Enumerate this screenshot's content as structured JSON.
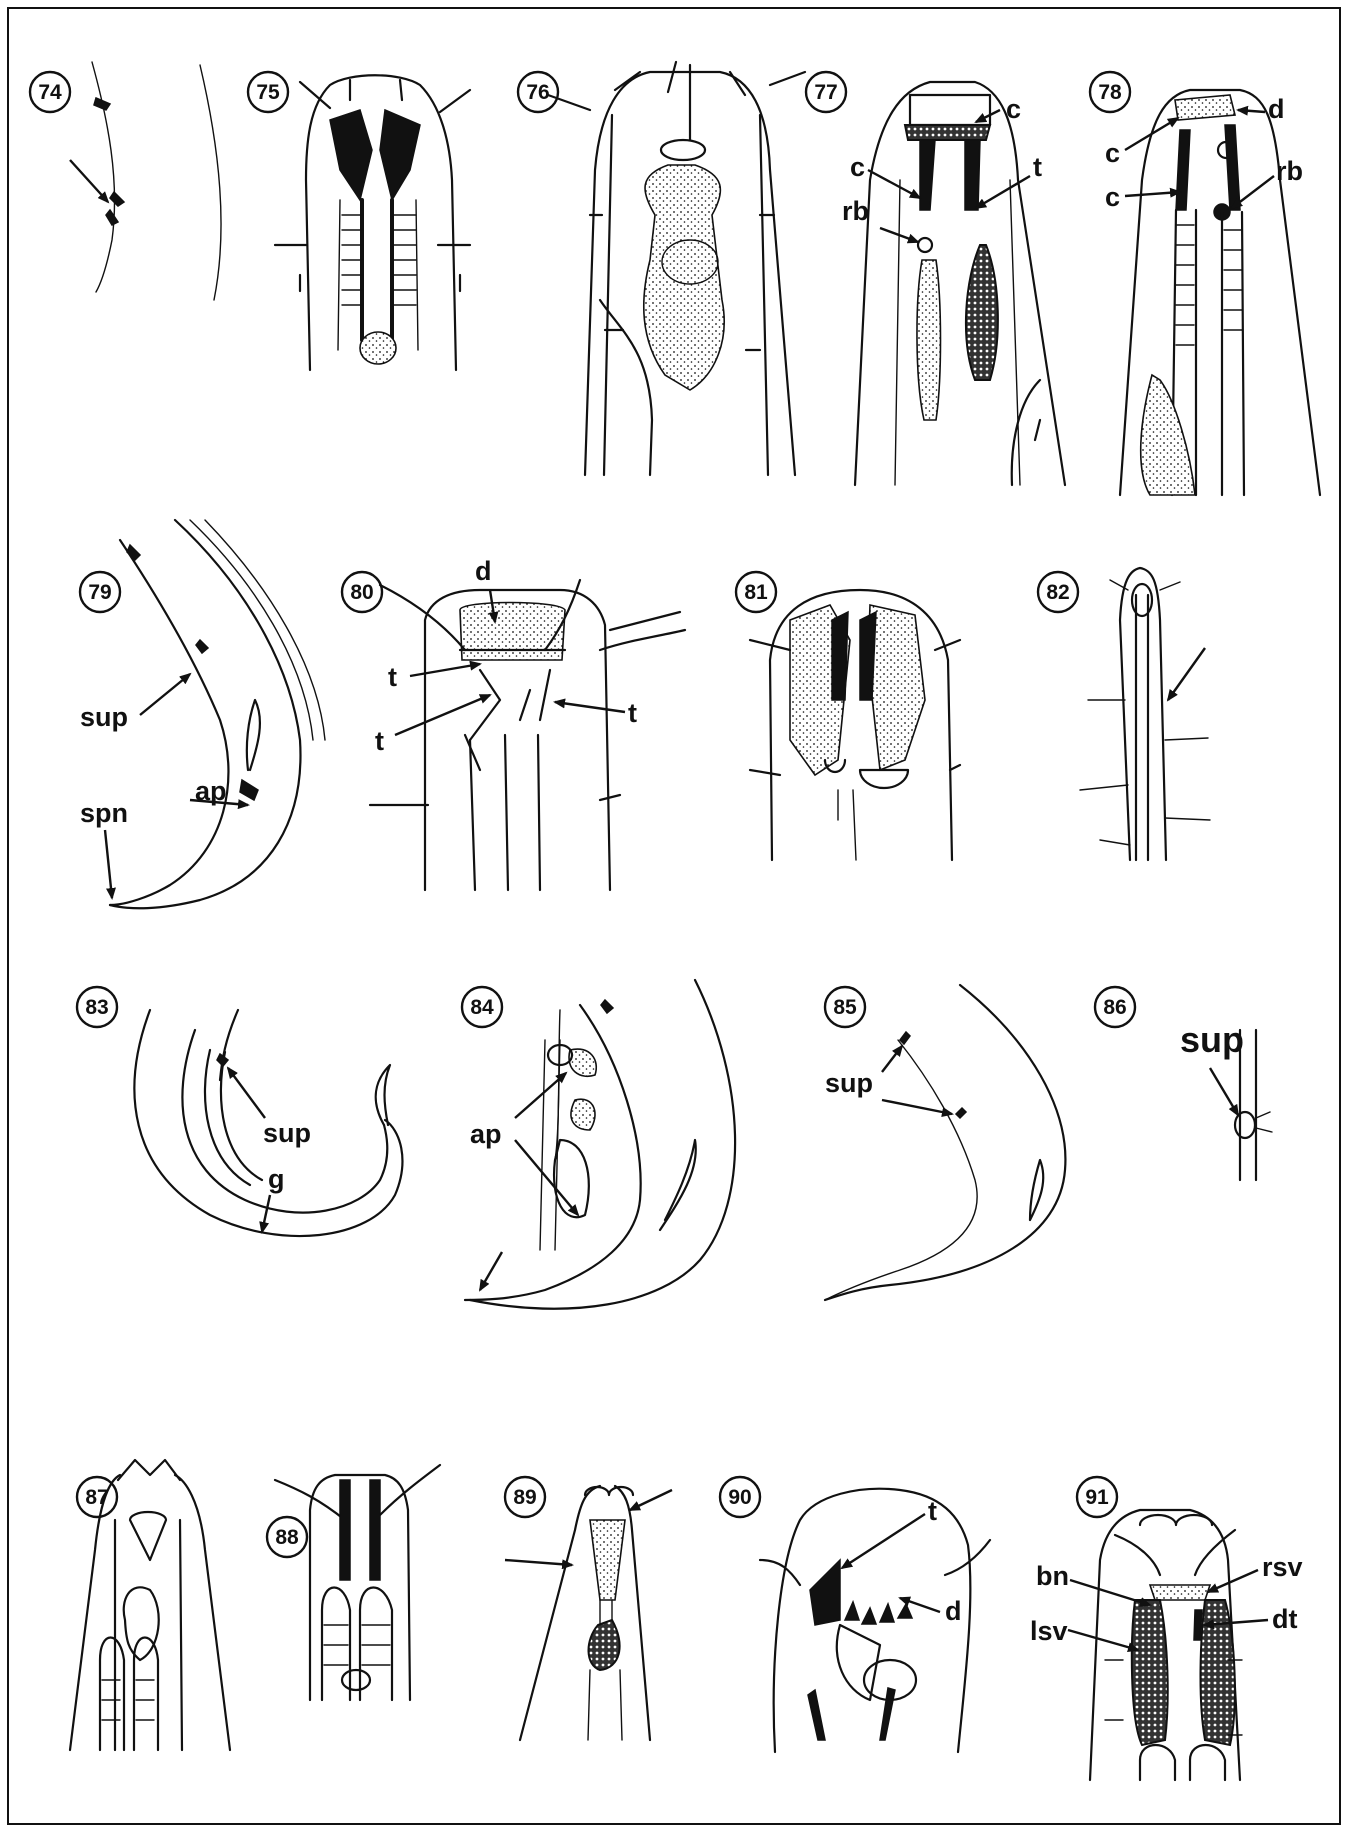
{
  "figures": [
    {
      "number": "74"
    },
    {
      "number": "75"
    },
    {
      "number": "76"
    },
    {
      "number": "77"
    },
    {
      "number": "78"
    },
    {
      "number": "79"
    },
    {
      "number": "80"
    },
    {
      "number": "81"
    },
    {
      "number": "82"
    },
    {
      "number": "83"
    },
    {
      "number": "84"
    },
    {
      "number": "85"
    },
    {
      "number": "86"
    },
    {
      "number": "87"
    },
    {
      "number": "88"
    },
    {
      "number": "89"
    },
    {
      "number": "90"
    },
    {
      "number": "91"
    }
  ],
  "labels": {
    "fig77": {
      "c_upper": "c",
      "c_lower": "c",
      "t": "t",
      "rb": "rb"
    },
    "fig78": {
      "d": "d",
      "c_upper": "c",
      "c_lower": "c",
      "rb": "rb"
    },
    "fig79": {
      "sup": "sup",
      "ap": "ap",
      "spn": "spn"
    },
    "fig80": {
      "d": "d",
      "t_left_upper": "t",
      "t_left_lower": "t",
      "t_right": "t"
    },
    "fig83": {
      "sup": "sup",
      "g": "g"
    },
    "fig84": {
      "ap": "ap"
    },
    "fig85": {
      "sup": "sup"
    },
    "fig86": {
      "sup": "sup"
    },
    "fig90": {
      "t": "t",
      "d": "d"
    },
    "fig91": {
      "bn": "bn",
      "rsv": "rsv",
      "lsv": "lsv",
      "dt": "dt"
    }
  }
}
